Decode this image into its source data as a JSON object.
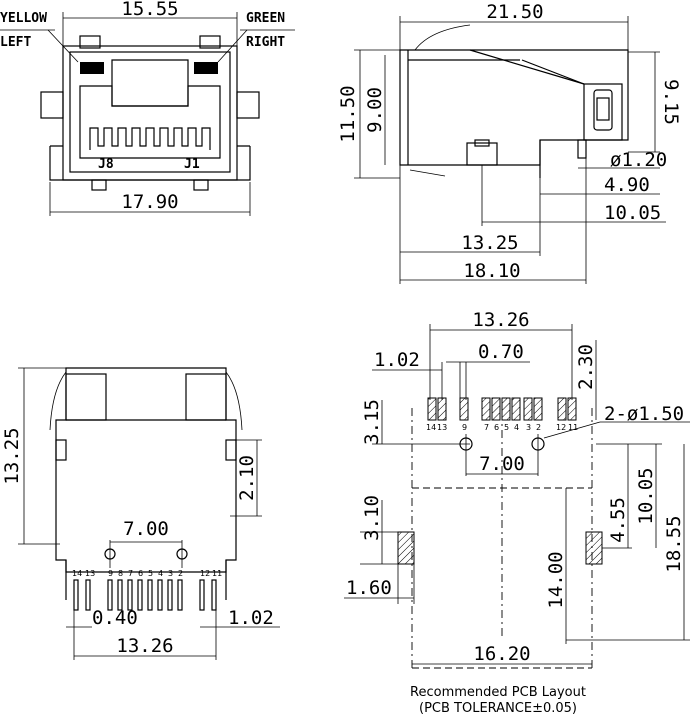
{
  "front_view": {
    "width_top": "15.55",
    "width_bottom": "17.90",
    "led_left_line1": "YELLOW",
    "led_left_line2": "LEFT",
    "led_right_line1": "GREEN",
    "led_right_line2": "RIGHT",
    "pin_left": "J8",
    "pin_right": "J1"
  },
  "side_view": {
    "total_length": "21.50",
    "total_height": "11.50",
    "body_height": "9.00",
    "front_height": "9.15",
    "peg_diameter": "ø1.20",
    "dim_a": "4.90",
    "dim_b": "10.05",
    "dim_c": "13.25",
    "dim_d": "18.10"
  },
  "bottom_view": {
    "height": "13.25",
    "lead_height": "2.10",
    "peg_spacing": "7.00",
    "pin_pitch": "0.40",
    "edge_spacing": "1.02",
    "pin_span": "13.26",
    "pin_numbers": [
      "14",
      "13",
      "9",
      "8",
      "7",
      "6",
      "5",
      "4",
      "3",
      "2",
      "12",
      "11"
    ]
  },
  "pcb_layout": {
    "pad_span": "13.26",
    "pad_gap": "1.02",
    "pad_width": "0.70",
    "pad_length": "2.30",
    "pad_row_offset": "3.15",
    "hole_spec": "2-ø1.50",
    "hole_spacing": "7.00",
    "shield_pad_height": "3.10",
    "shield_pad_width": "1.60",
    "shield_pad_offset": "4.55",
    "dim_1005": "10.05",
    "dim_1855": "18.55",
    "dim_1400": "14.00",
    "width_total": "16.20",
    "pad_numbers": [
      "14",
      "13",
      "9",
      "7",
      "6",
      "5",
      "4",
      "3",
      "2",
      "12",
      "11"
    ],
    "caption_line1": "Recommended PCB Layout",
    "caption_line2": "(PCB TOLERANCE±0.05)"
  }
}
